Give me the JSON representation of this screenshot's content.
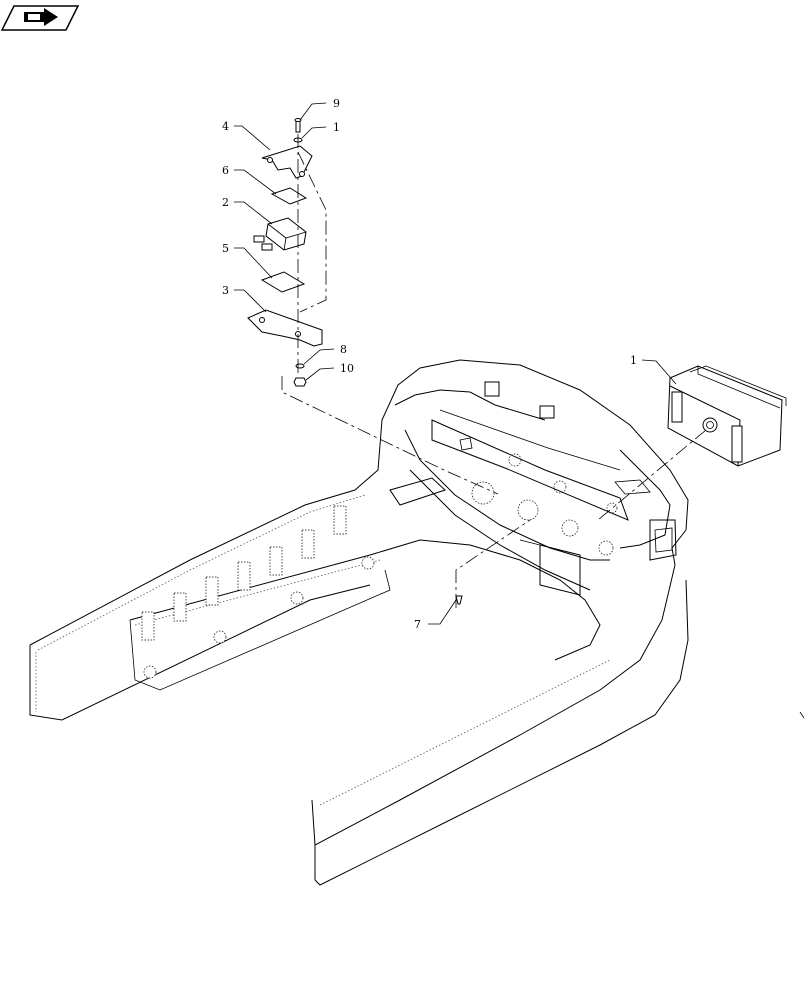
{
  "nav": {
    "icon": "arrow-right-icon"
  },
  "callouts": [
    "9",
    "1",
    "4",
    "6",
    "2",
    "5",
    "3",
    "8",
    "10",
    "1",
    "7"
  ],
  "colors": {
    "ink": "#000000",
    "background": "#ffffff"
  }
}
